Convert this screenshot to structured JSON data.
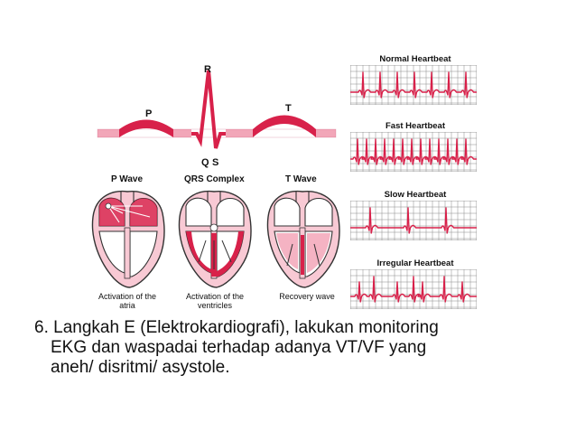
{
  "colors": {
    "wave_red": "#d8214a",
    "wave_pink": "#f2a6b8",
    "heart_fill": "#f8c9d4",
    "grid": "#8a8a8a",
    "text": "#111111"
  },
  "ekg_wave": {
    "labels": {
      "p": "P",
      "q": "Q",
      "r": "R",
      "s": "S",
      "t": "T"
    }
  },
  "heart_panels": [
    {
      "title": "P Wave",
      "caption_lines": [
        "Activation of the",
        "atria"
      ]
    },
    {
      "title": "QRS Complex",
      "caption_lines": [
        "Activation of the",
        "ventricles"
      ]
    },
    {
      "title": "T Wave",
      "caption_lines": [
        "Recovery wave"
      ]
    }
  ],
  "rhythm_strips": [
    {
      "title": "Normal Heartbeat",
      "pattern": "normal"
    },
    {
      "title": "Fast Heartbeat",
      "pattern": "fast"
    },
    {
      "title": "Slow Heartbeat",
      "pattern": "slow"
    },
    {
      "title": "Irregular Heartbeat",
      "pattern": "irregular"
    }
  ],
  "caption": {
    "lines": [
      "6. Langkah E (Elektrokardiografi), lakukan monitoring",
      "EKG dan waspadai terhadap adanya VT/VF yang",
      "aneh/ disritmi/ asystole."
    ]
  }
}
